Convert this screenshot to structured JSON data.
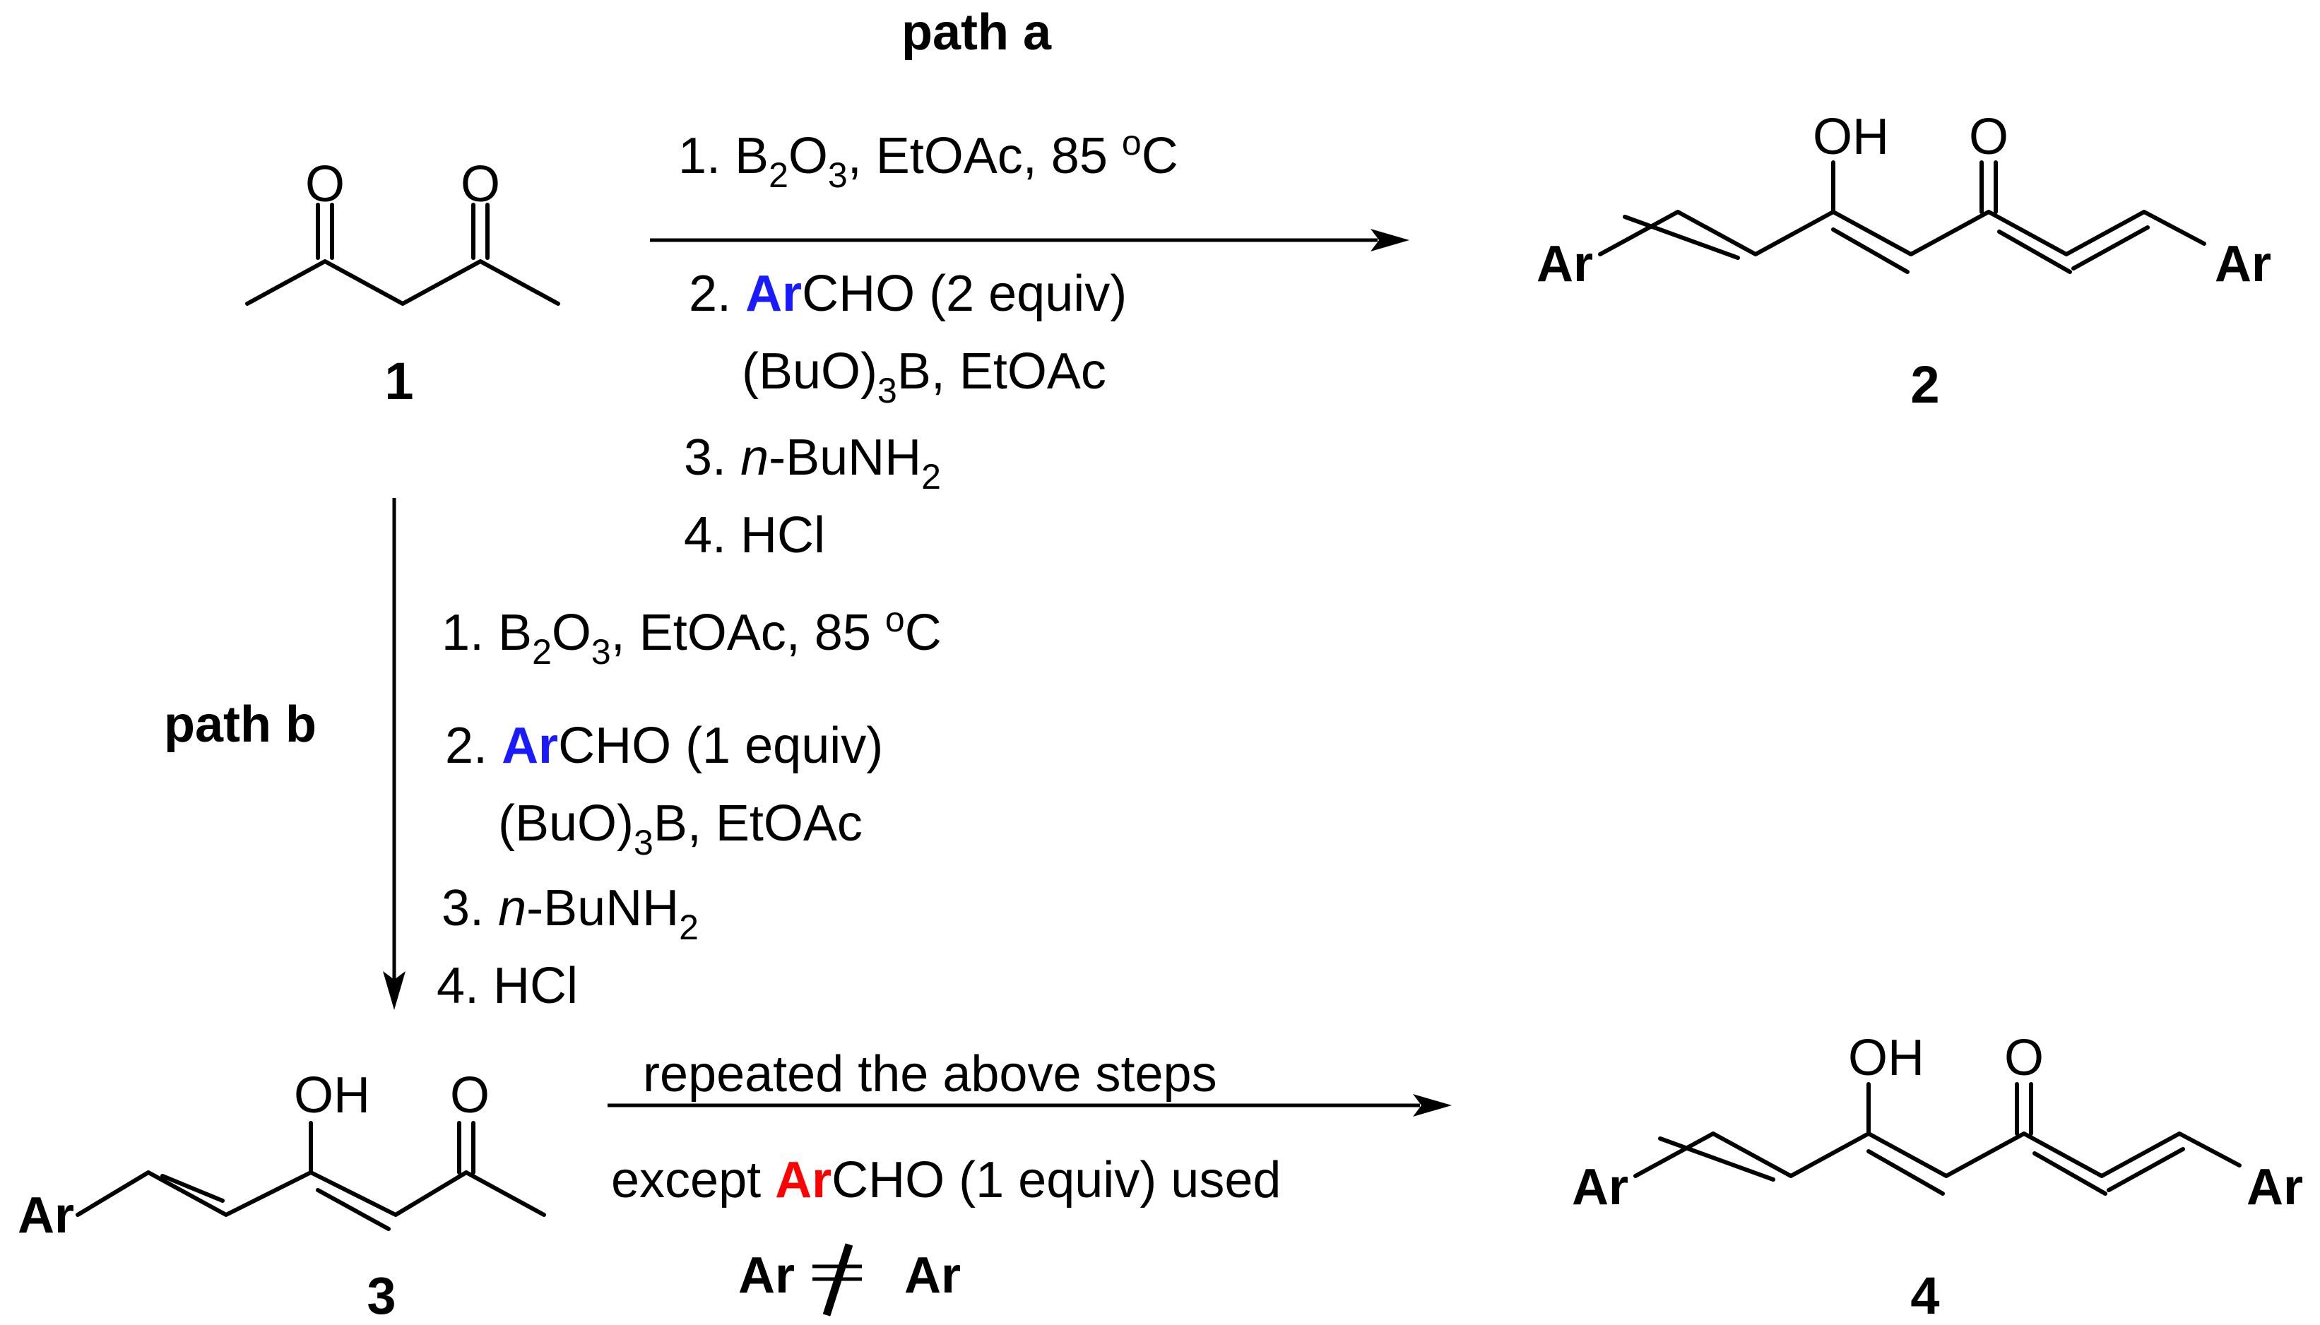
{
  "colors": {
    "ar_blue": "#1a1aff",
    "ar_red": "#ff0000",
    "ink": "#000000"
  },
  "path_a_label": "path a",
  "path_b_label": "path b",
  "atoms": {
    "O": "O",
    "OH": "OH",
    "Ar": "Ar"
  },
  "compounds": {
    "c1": "1",
    "c2": "2",
    "c3": "3",
    "c4": "4"
  },
  "path_a": {
    "step1": {
      "prefix": "1. B",
      "sub1": "2",
      "mid": "O",
      "sub2": "3",
      "suffix": ", EtOAc, 85 ",
      "sup": "o",
      "end": "C"
    },
    "step2": {
      "prefix": "2. ",
      "ar": "Ar",
      "rest": "CHO (2 equiv)"
    },
    "step2b": {
      "pre": "(BuO)",
      "sub": "3",
      "post": "B, EtOAc"
    },
    "step3": {
      "prefix": "3. ",
      "italic": "n",
      "mid": "-BuNH",
      "sub": "2"
    },
    "step4": "4. HCl"
  },
  "path_b": {
    "step1": {
      "prefix": "1. B",
      "sub1": "2",
      "mid": "O",
      "sub2": "3",
      "suffix": ", EtOAc, 85 ",
      "sup": "o",
      "end": "C"
    },
    "step2": {
      "prefix": "2. ",
      "ar": "Ar",
      "rest": "CHO (1 equiv)"
    },
    "step2b": {
      "pre": "(BuO)",
      "sub": "3",
      "post": "B, EtOAc"
    },
    "step3": {
      "prefix": "3. ",
      "italic": "n",
      "mid": "-BuNH",
      "sub": "2"
    },
    "step4": "4. HCl"
  },
  "step_c": {
    "line1": "repeated the above steps",
    "line2": {
      "pre": "except ",
      "ar": "Ar",
      "post": "CHO (1 equiv) used"
    },
    "note": {
      "ar_left": "Ar",
      "ar_right": "Ar"
    }
  }
}
